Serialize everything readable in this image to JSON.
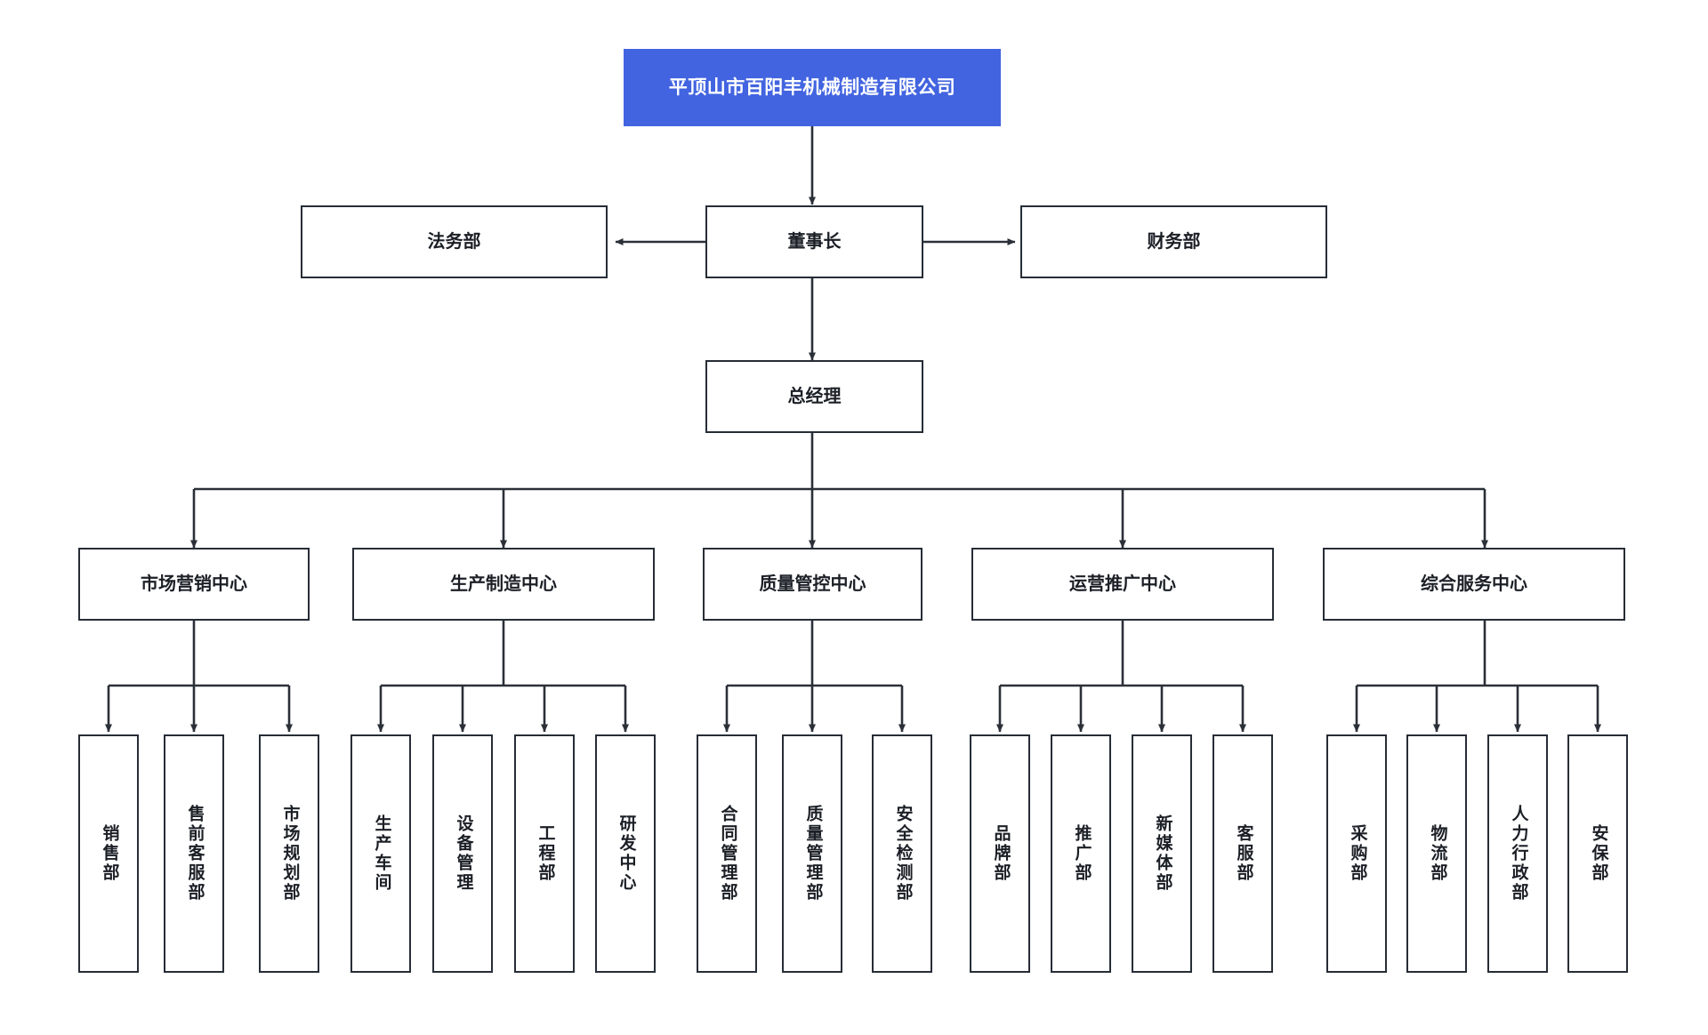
{
  "diagram": {
    "kind": "organization-chart",
    "colors": {
      "root_fill": "#4264e0",
      "root_text": "#ffffff",
      "box_border": "#262d36",
      "box_fill": "#ffffff",
      "box_text": "#1b1f26",
      "connector": "#2b3038",
      "background": "#ffffff"
    },
    "root": {
      "label": "平顶山市百阳丰机械制造有限公司"
    },
    "level2": {
      "left": {
        "label": "法务部"
      },
      "center": {
        "label": "董事长"
      },
      "right": {
        "label": "财务部"
      }
    },
    "level3": {
      "label": "总经理"
    },
    "centers": [
      {
        "label": "市场营销中心",
        "children": [
          {
            "label": "销售部"
          },
          {
            "label": "售前客服部"
          },
          {
            "label": "市场规划部"
          }
        ]
      },
      {
        "label": "生产制造中心",
        "children": [
          {
            "label": "生产车间"
          },
          {
            "label": "设备管理"
          },
          {
            "label": "工程部"
          },
          {
            "label": "研发中心"
          }
        ]
      },
      {
        "label": "质量管控中心",
        "children": [
          {
            "label": "合同管理部"
          },
          {
            "label": "质量管理部"
          },
          {
            "label": "安全检测部"
          }
        ]
      },
      {
        "label": "运营推广中心",
        "children": [
          {
            "label": "品牌部"
          },
          {
            "label": "推广部"
          },
          {
            "label": "新媒体部"
          },
          {
            "label": "客服部"
          }
        ]
      },
      {
        "label": "综合服务中心",
        "children": [
          {
            "label": "采购部"
          },
          {
            "label": "物流部"
          },
          {
            "label": "人力行政部"
          },
          {
            "label": "安保部"
          }
        ]
      }
    ]
  }
}
